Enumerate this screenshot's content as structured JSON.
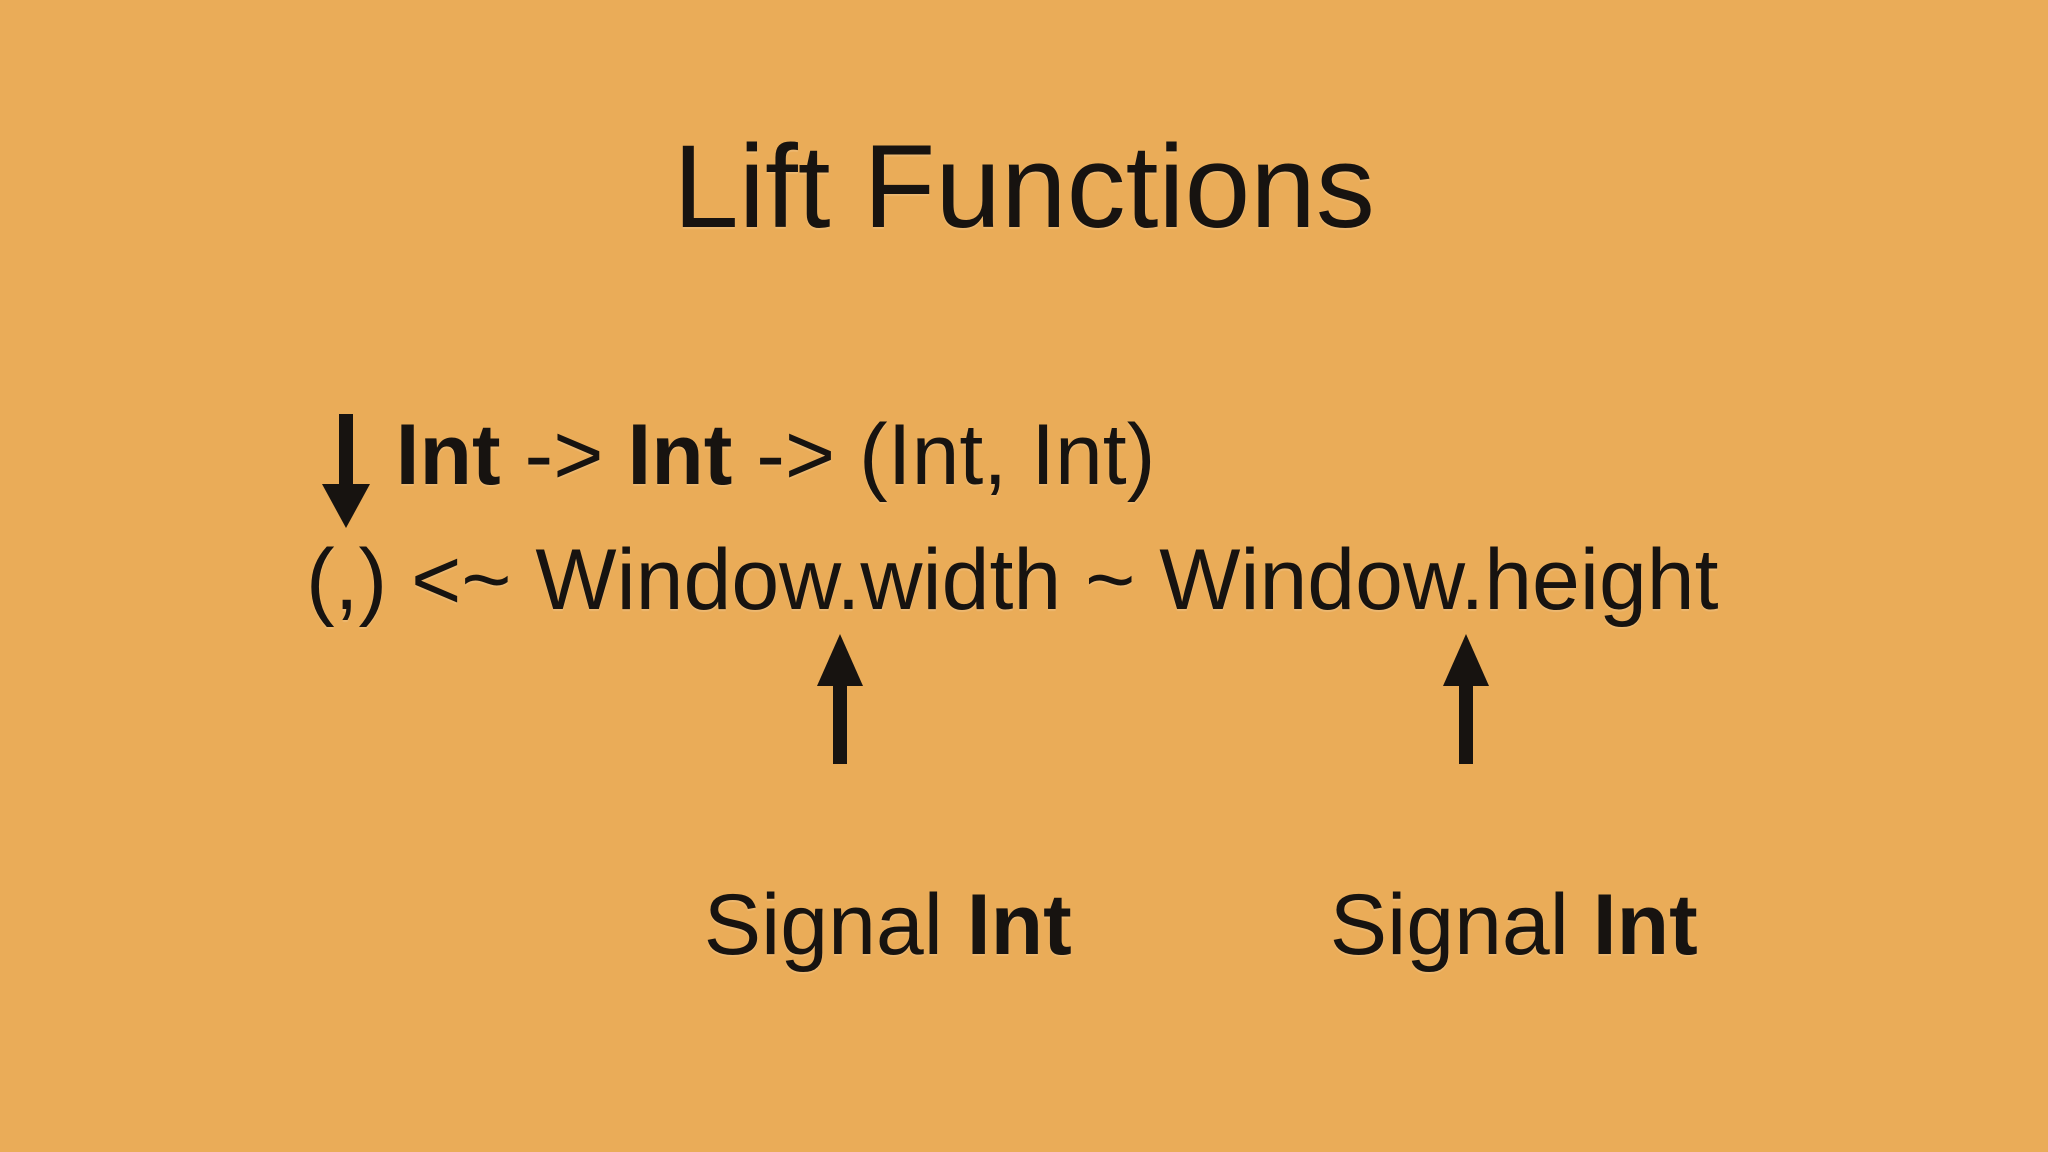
{
  "colors": {
    "background": "#EAAC58",
    "text": "#171310"
  },
  "title": "Lift Functions",
  "signature": {
    "arg1": "Int",
    "arrow1": " -> ",
    "arg2": "Int",
    "arrow2": " -> ",
    "result": "(Int, Int)"
  },
  "expression": "(,) <~ Window.width ~ Window.height",
  "signal_left": {
    "prefix": "Signal ",
    "type": "Int"
  },
  "signal_right": {
    "prefix": "Signal ",
    "type": "Int"
  },
  "icons": {
    "down_arrow": "down-arrow-icon",
    "up_arrow_left": "up-arrow-icon",
    "up_arrow_right": "up-arrow-icon"
  }
}
